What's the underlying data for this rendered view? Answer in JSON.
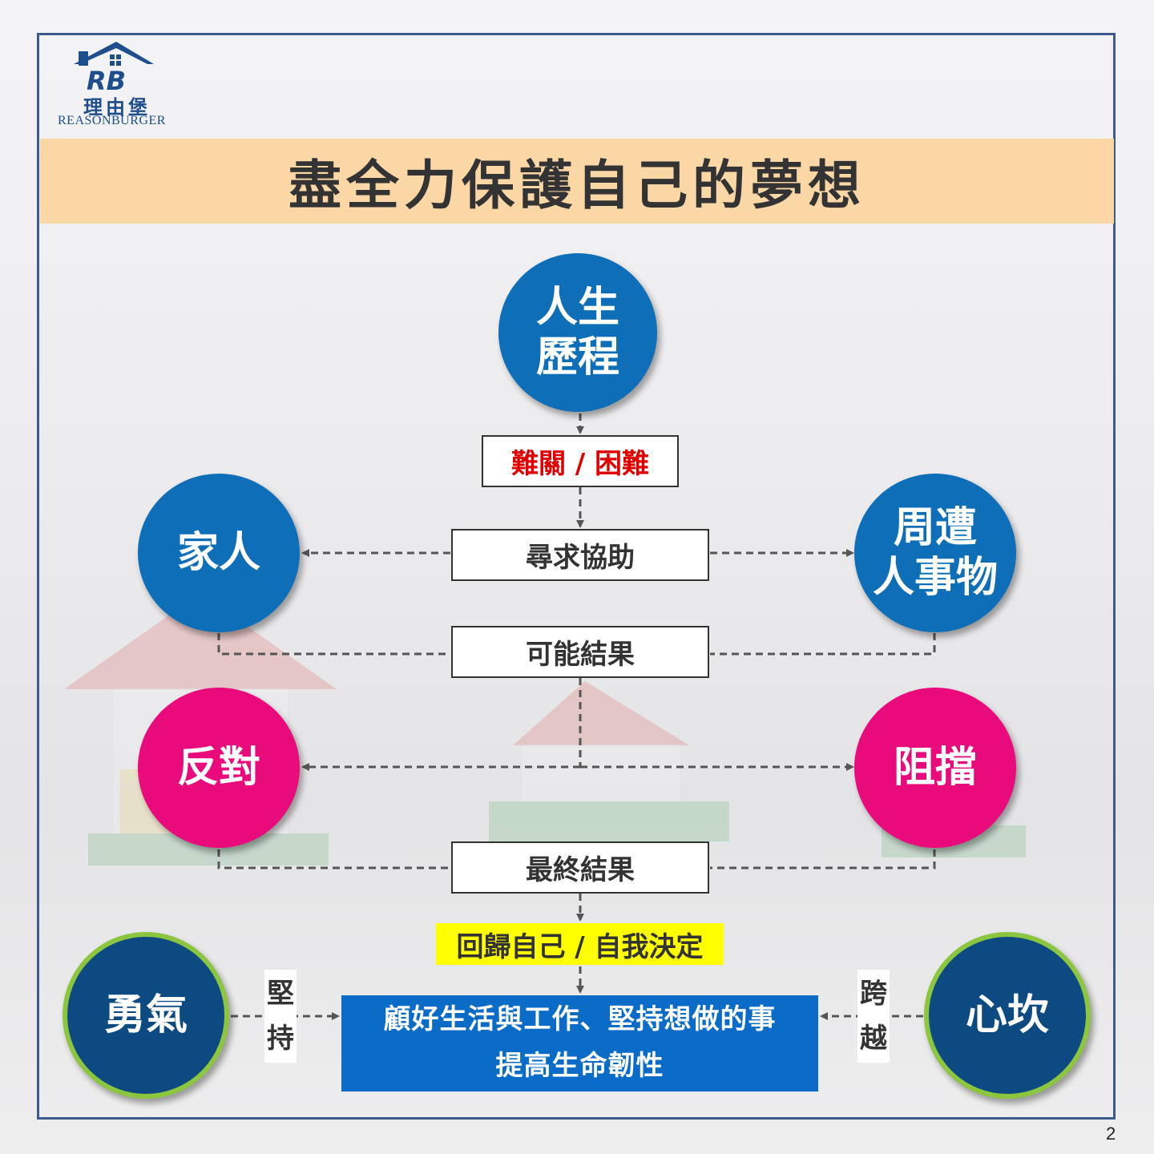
{
  "logo": {
    "mark": "RB",
    "name_zh": "理由堡",
    "name_en": "REASONBURGER"
  },
  "title": "盡全力保護自己的夢想",
  "nodes": {
    "life": "人生\n歷程",
    "family": "家人",
    "surroundings": "周遭\n人事物",
    "oppose": "反對",
    "block": "阻擋",
    "courage": "勇氣",
    "hurdle": "心坎"
  },
  "boxes": {
    "difficulty": "難關 / 困難",
    "seek_help": "尋求協助",
    "possible_result": "可能結果",
    "final_result": "最終結果",
    "self_decide": "回歸自己 / 自我決定",
    "outcome_line1": "顧好生活與工作、堅持想做的事",
    "outcome_line2": "提高生命韌性"
  },
  "edge_labels": {
    "persist_1": "堅",
    "persist_2": "持",
    "cross_1": "跨",
    "cross_2": "越"
  },
  "colors": {
    "circle_blue": "#0e6fb8",
    "circle_pink": "#e90a7b",
    "circle_navy": "#0d4a82",
    "ring_green": "#8cc63f",
    "title_band": "#fcd7a6",
    "highlight": "#ffff00",
    "outcome_box": "#0b6cc8",
    "difficulty_text": "#e00000"
  },
  "page_number": "2"
}
